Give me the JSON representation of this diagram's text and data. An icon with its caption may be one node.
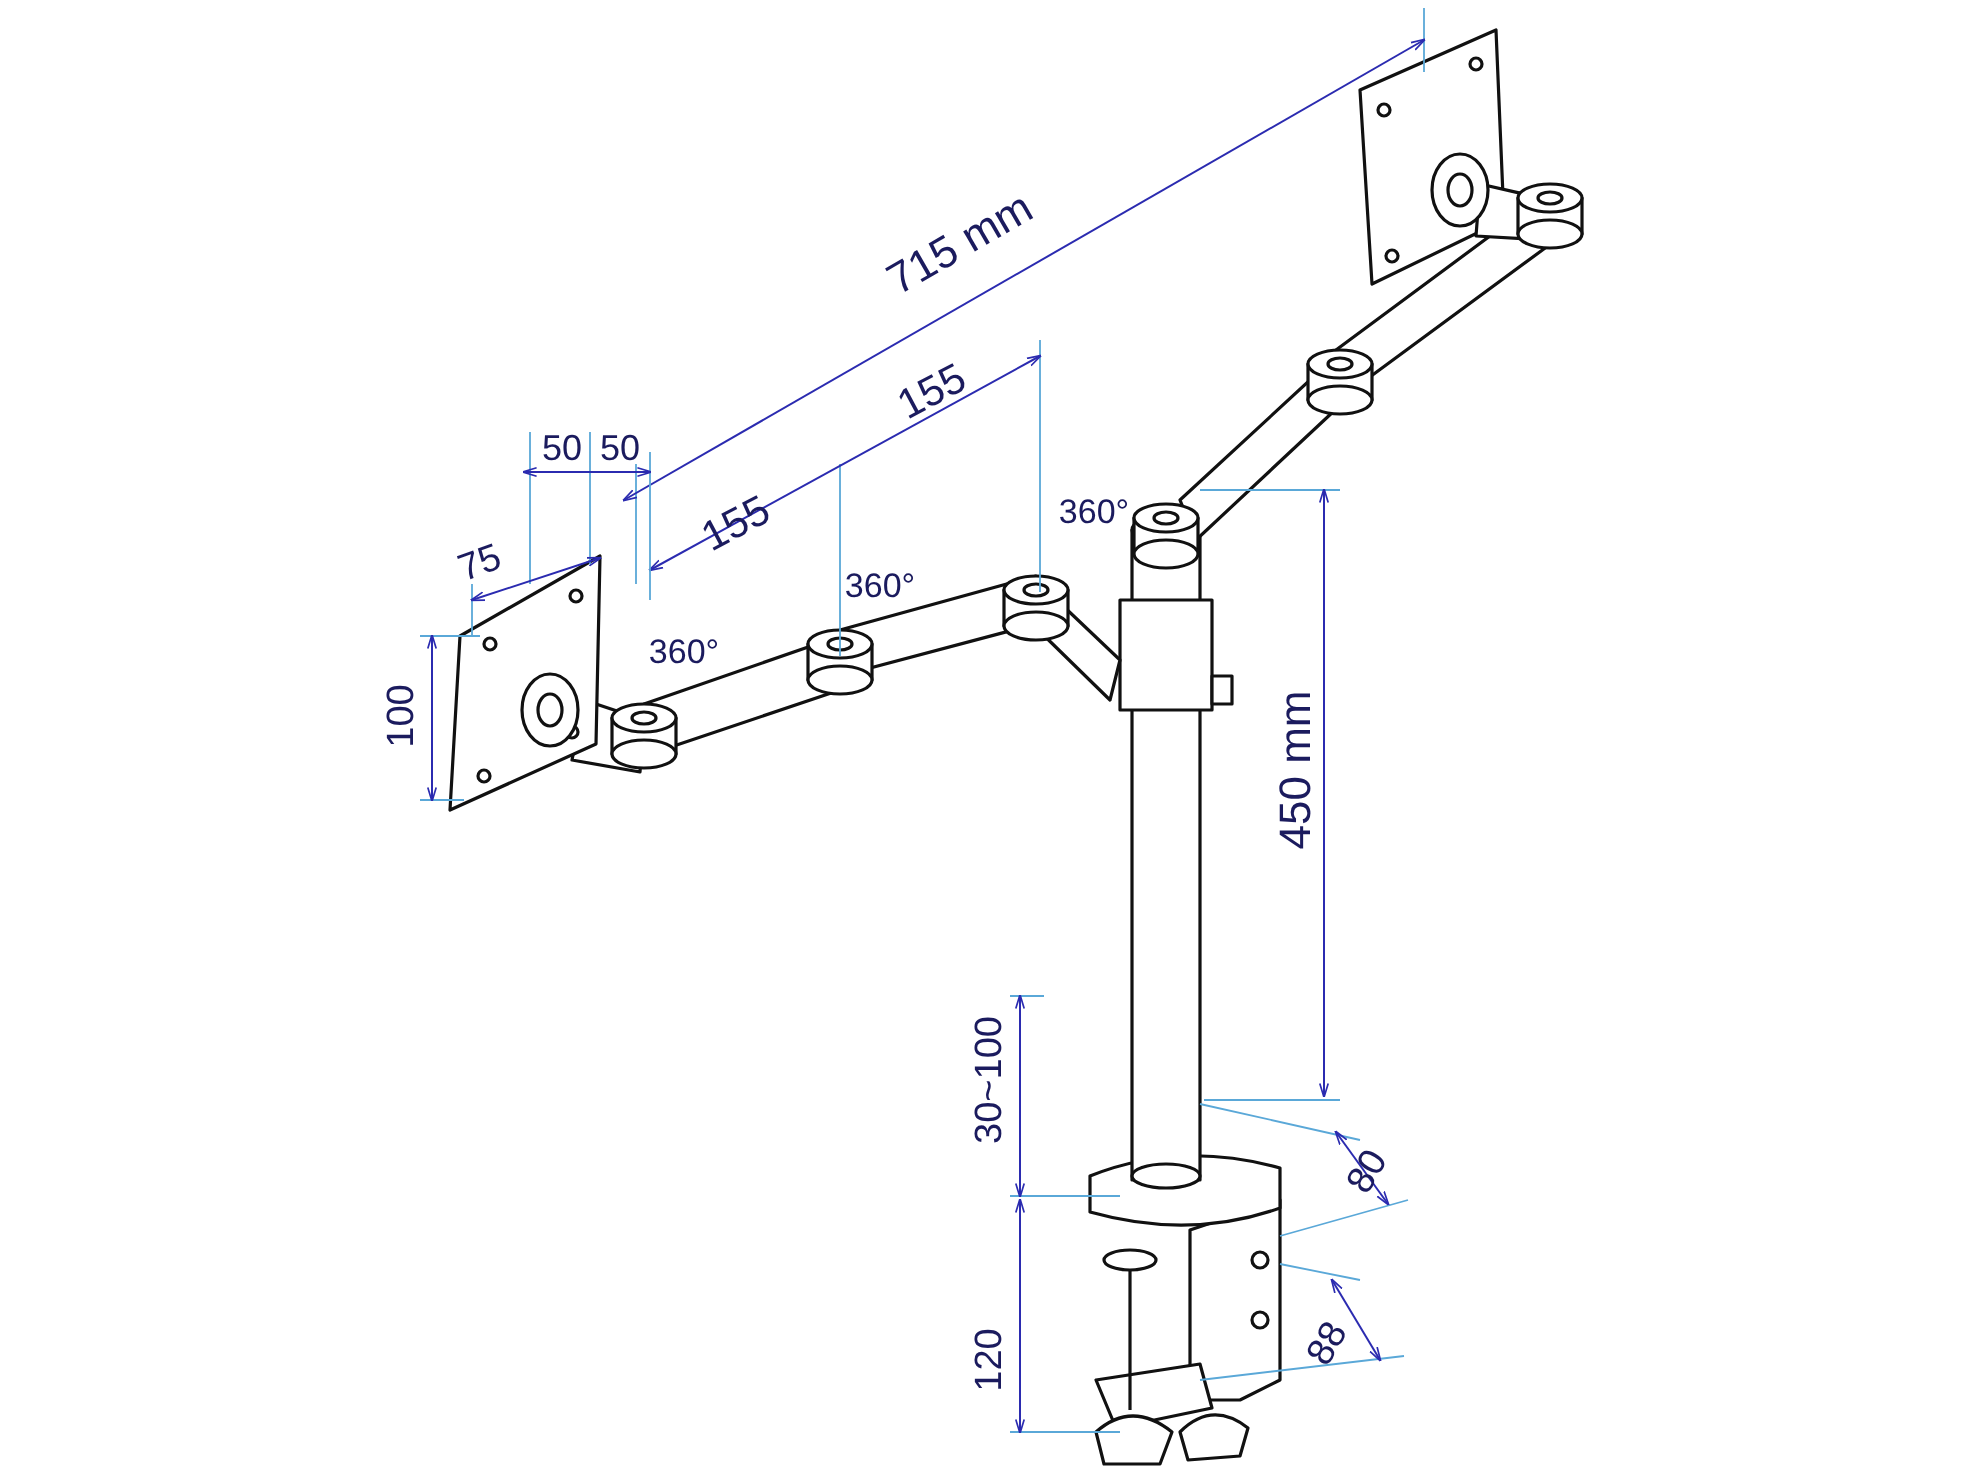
{
  "diagram": {
    "labels": [
      "715 mm",
      "155",
      "50",
      "50",
      "155",
      "360°",
      "75",
      "360°",
      "360°",
      "100",
      "450 mm",
      "30~100",
      "80",
      "120",
      "88"
    ]
  }
}
